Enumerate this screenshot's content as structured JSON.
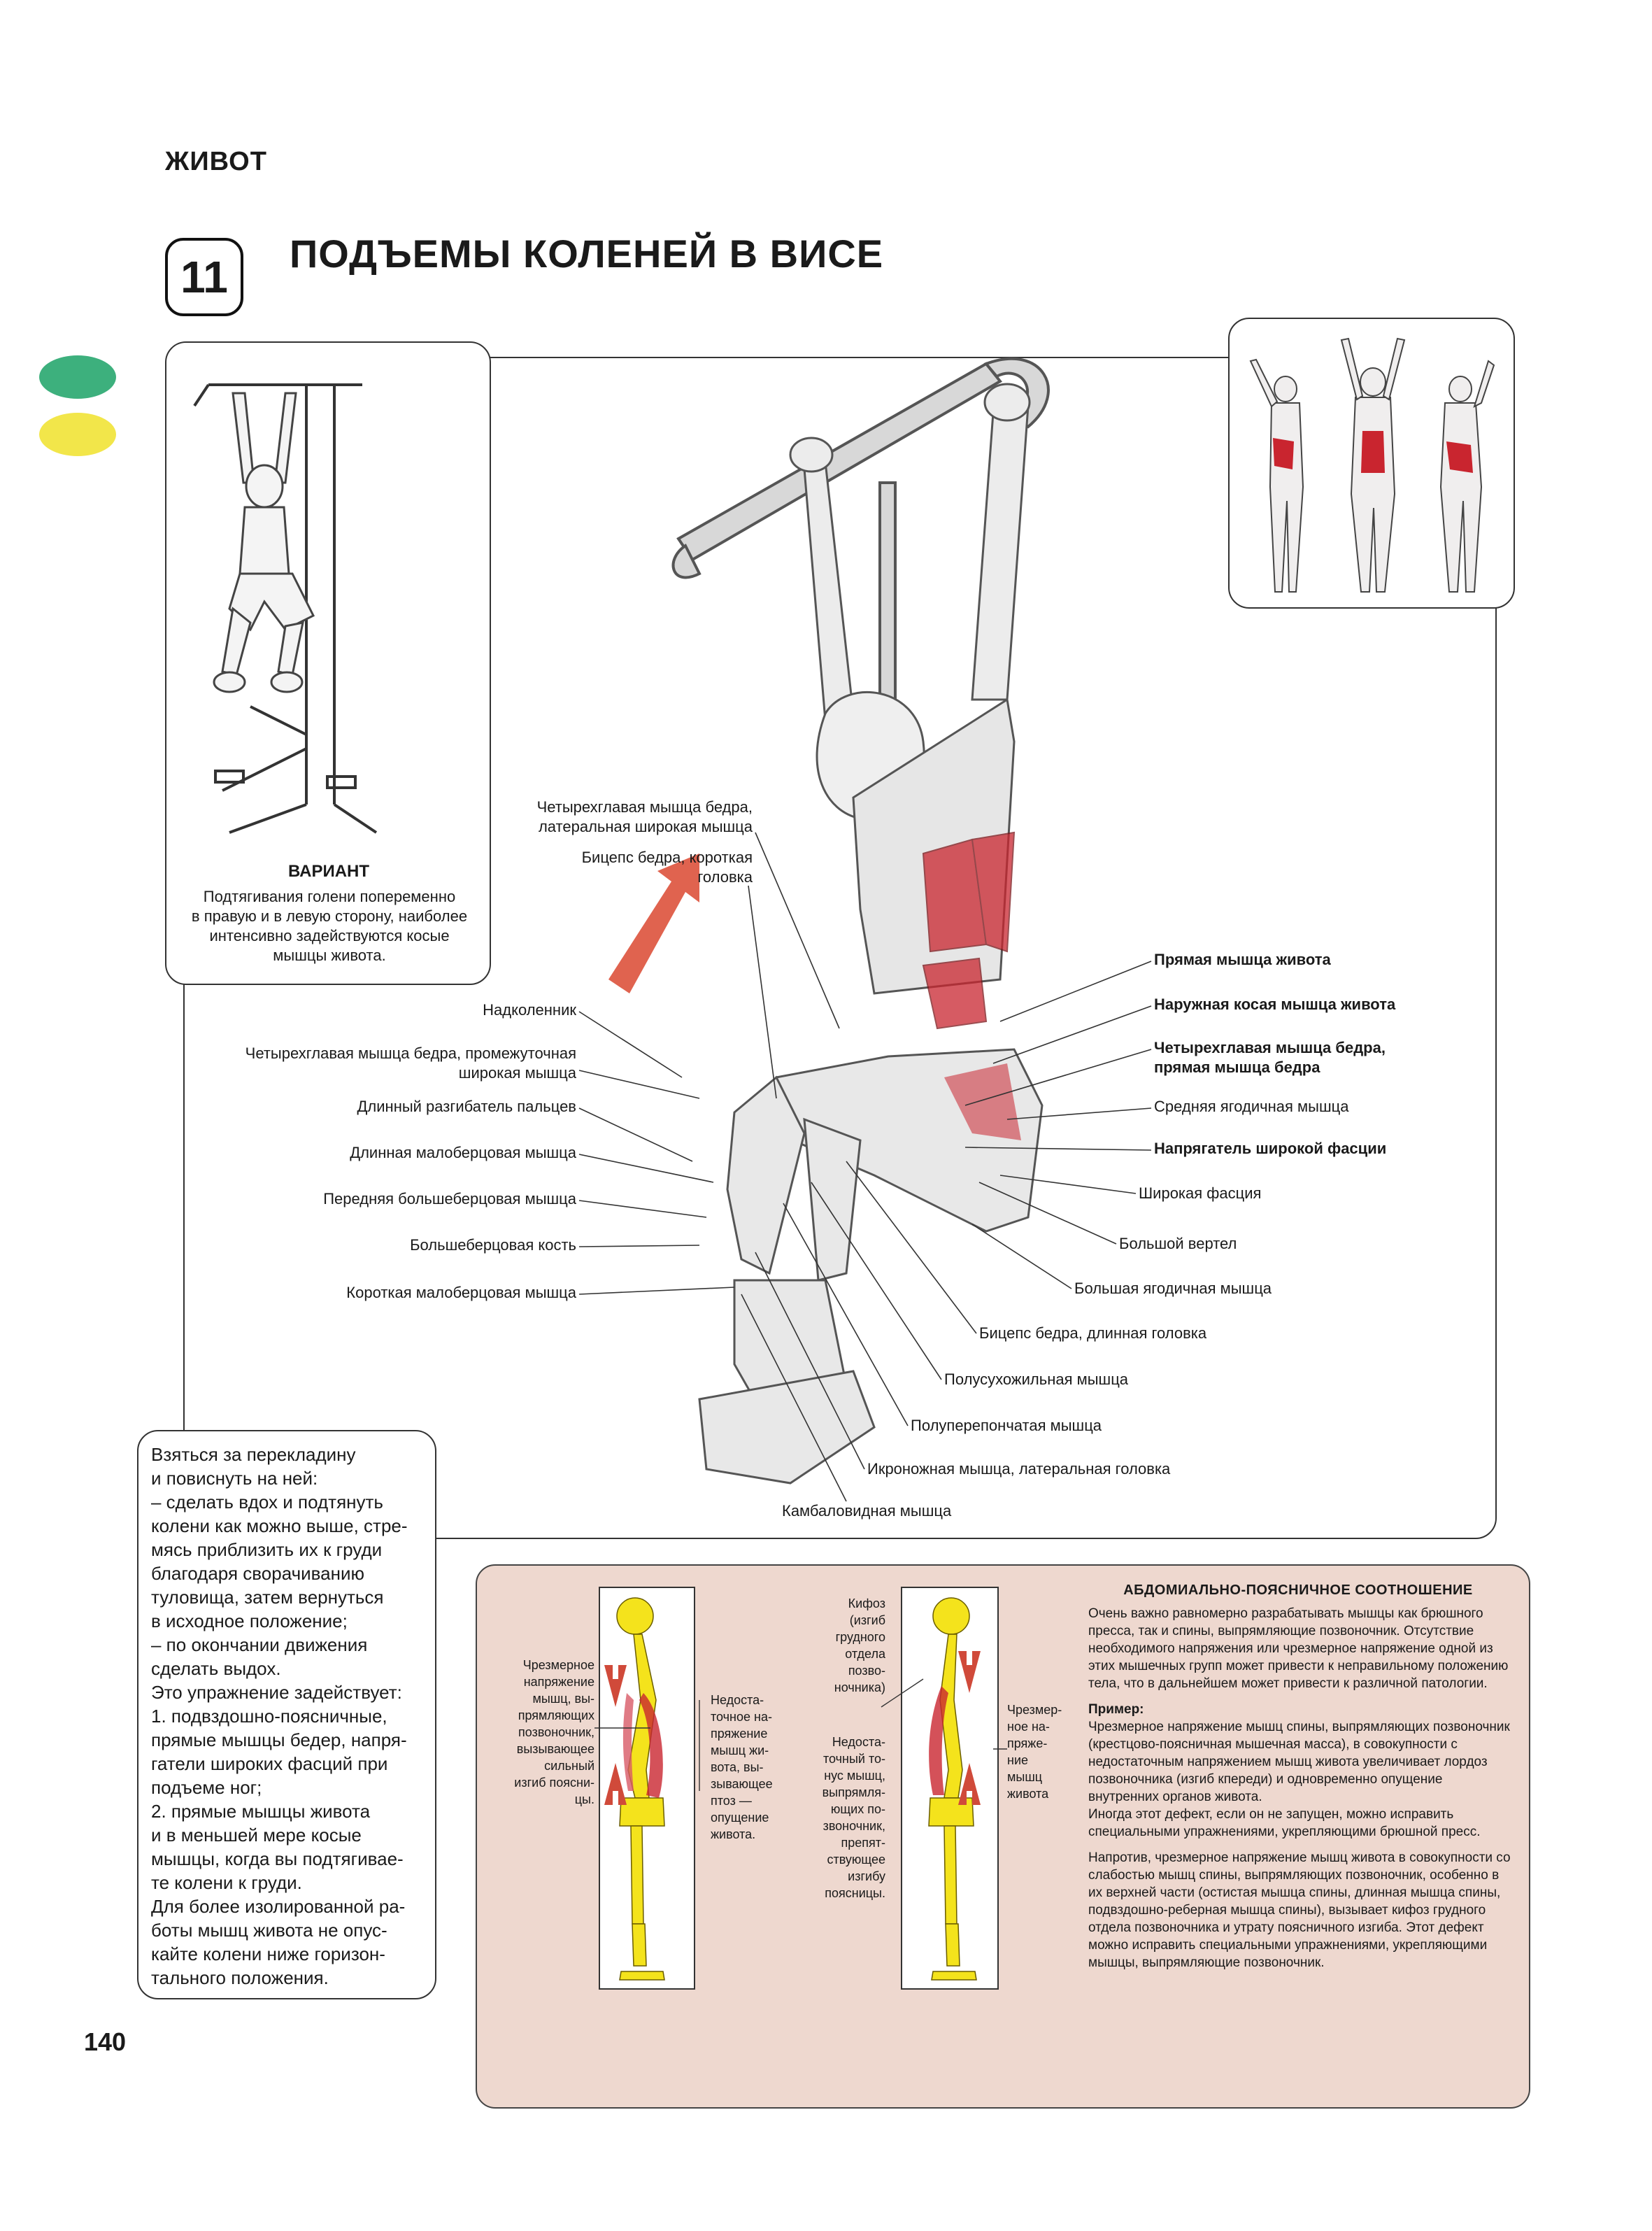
{
  "header": {
    "section": "ЖИВОТ",
    "number": "11",
    "title": "ПОДЪЕМЫ КОЛЕНЕЙ В ВИСЕ"
  },
  "colors": {
    "green": "#3db07d",
    "yellow": "#f2e64a",
    "muscle_red": "#c9252f",
    "bone_yellow": "#f4e31c",
    "pink_panel": "#eed8cf"
  },
  "variant": {
    "title": "ВАРИАНТ",
    "lines": [
      "Подтягивания голени попеременно",
      "в правую и в левую сторону, наиболее",
      "интенсивно задействуются косые",
      "мышцы живота."
    ]
  },
  "labels_left": [
    [
      "Четырехглавая мышца бедра,",
      "латеральная широкая мышца"
    ],
    [
      "Бицепс бедра, короткая",
      "головка"
    ],
    [
      "Надколенник"
    ],
    [
      "Четырехглавая мышца бедра, промежуточная",
      "широкая мышца"
    ],
    [
      "Длинный разгибатель пальцев"
    ],
    [
      "Длинная малоберцовая мышца"
    ],
    [
      "Передняя большеберцовая мышца"
    ],
    [
      "Большеберцовая кость"
    ],
    [
      "Короткая малоберцовая мышца"
    ]
  ],
  "labels_right": [
    {
      "text": [
        "Прямая мышца живота"
      ],
      "bold": true
    },
    {
      "text": [
        "Наружная косая мышца живота"
      ],
      "bold": true
    },
    {
      "text": [
        "Четырехглавая мышца бедра,",
        "прямая мышца бедра"
      ],
      "bold": true
    },
    {
      "text": [
        "Средняя ягодичная мышца"
      ],
      "bold": false
    },
    {
      "text": [
        "Напрягатель широкой фасции"
      ],
      "bold": true
    },
    {
      "text": [
        "Широкая фасция"
      ],
      "bold": false
    },
    {
      "text": [
        "Большой вертел"
      ],
      "bold": false
    },
    {
      "text": [
        "Большая ягодичная мышца"
      ],
      "bold": false
    },
    {
      "text": [
        "Бицепс бедра, длинная головка"
      ],
      "bold": false
    },
    {
      "text": [
        "Полусухожильная мышца"
      ],
      "bold": false
    },
    {
      "text": [
        "Полуперепончатая мышца"
      ],
      "bold": false
    },
    {
      "text": [
        "Икроножная мышца, латеральная головка"
      ],
      "bold": false
    },
    {
      "text": [
        "Камбаловидная мышца"
      ],
      "bold": false
    }
  ],
  "instructions": [
    "Взяться за перекладину",
    "и повиснуть на ней:",
    "– сделать вдох и подтянуть",
    "колени как можно выше, стре-",
    "мясь приблизить их к груди",
    "благодаря сворачиванию",
    "туловища, затем вернуться",
    "в исходное положение;",
    "– по окончании движения",
    "сделать выдох.",
    "Это упражнение задействует:",
    "1. подвздошно-поясничные,",
    "прямые мышцы бедер, напря-",
    "гатели широких фасций при",
    "подъеме ног;",
    "2. прямые мышцы живота",
    "и в меньшей мере косые",
    "мышцы, когда вы подтягивае-",
    "те колени к груди.",
    "Для более изолированной ра-",
    "боты мышц живота не опус-",
    "кайте колени ниже горизон-",
    "тального положения."
  ],
  "panel": {
    "title": "АБДОМИАЛЬНО-ПОЯСНИЧНОЕ СООТНОШЕНИЕ",
    "fig1_left": [
      "Чрезмерное",
      "напряжение",
      "мышц, вы-",
      "прямляющих",
      "позвоночник,",
      "вызывающее",
      "сильный",
      "изгиб поясни-",
      "цы."
    ],
    "fig1_right": [
      "Недоста-",
      "точное на-",
      "пряжение",
      "мышц жи-",
      "вота, вы-",
      "зывающее",
      "птоз —",
      "опущение",
      "живота."
    ],
    "fig2_top": [
      "Кифоз",
      "(изгиб",
      "грудного",
      "отдела",
      "позво-",
      "ночника)"
    ],
    "fig2_left": [
      "Недоста-",
      "точный то-",
      "нус мышц,",
      "выпрямля-",
      "ющих по-",
      "звоночник,",
      "препят-",
      "ствующее",
      "изгибу",
      "поясницы."
    ],
    "fig2_right": [
      "Чрезмер-",
      "ное на-",
      "пряже-",
      "ние",
      "мышц",
      "живота"
    ],
    "para1": "Очень важно равномерно разрабатывать мышцы как брюшного пресса, так и спины, выпрямляющие позвоночник. Отсутствие необходимого напряжения или чрезмерное напряжение одной из этих мышечных групп может привести к неправильному положению тела, что в дальнейшем может привести к различной патологии.",
    "example_title": "Пример:",
    "para2": "Чрезмерное напряжение мышц спины, выпрямляющих позвоночник (крестцово-поясничная мышечная масса), в совокупности с недостаточным напряжением мышц живота увеличивает лордоз позвоночника (изгиб кпереди) и одновременно опущение внутренних органов живота.",
    "para3": "Иногда этот дефект, если он не запущен, можно исправить специальными упражнениями, укрепляющими брюшной пресс.",
    "para4": "Напротив, чрезмерное напряжение мышц живота в совокупности со слабостью мышц спины, выпрямляющих позвоночник, особенно в их верхней части (остистая мышца спины, длинная мышца спины, подвздошно-реберная мышца спины), вызывает кифоз грудного отдела позвоночника и утрату поясничного изгиба. Этот дефект можно исправить специальными упражнениями, укрепляющими мышцы, выпрямляющие позвоночник."
  },
  "page_number": "140"
}
